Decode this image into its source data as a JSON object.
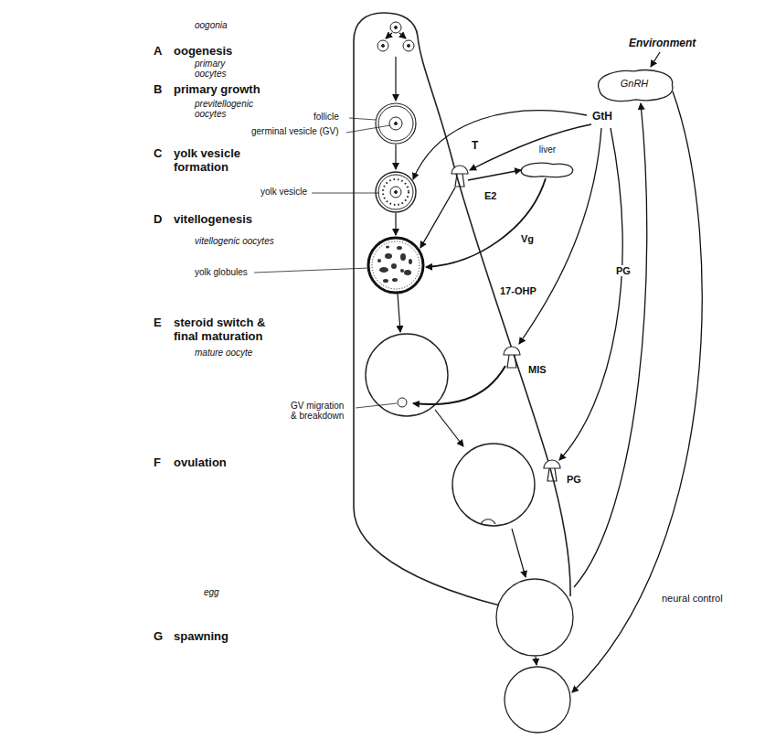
{
  "diagram": {
    "nodes": [
      {
        "text": [
          "GnRH"
        ]
      },
      {
        "text": [
          "liver"
        ]
      }
    ],
    "labels": [
      "oogonia",
      "A",
      "oogenesis",
      "primary oocytes",
      "B",
      "primary growth",
      "previtellogenic oocytes",
      "follicle",
      "germinal vesicle (GV)",
      "C",
      "yolk vesicle formation",
      "yolk vesicle",
      "D",
      "vitellogenesis",
      "vitellogenic oocytes",
      "yolk globules",
      "E",
      "steroid switch & final maturation",
      "mature oocyte",
      "GV migration & breakdown",
      "F",
      "ovulation",
      "egg",
      "G",
      "spawning",
      "Environment",
      "GtH",
      "T",
      "E2",
      "Vg",
      "PG",
      "17-OHP",
      "MIS",
      "PG",
      "neural control"
    ]
  }
}
